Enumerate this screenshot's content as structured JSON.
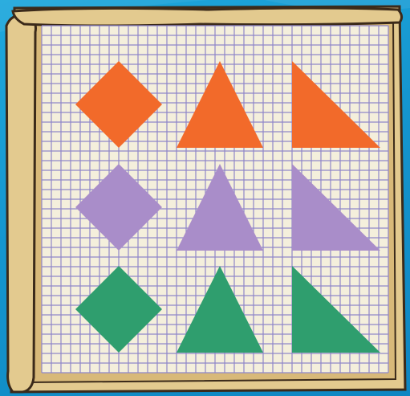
{
  "colors": {
    "background": "#1596cf",
    "frame": "#e3ca8f",
    "frame_dark": "#c9a55f",
    "outline": "#3b2a1a",
    "paper": "#f4efdc",
    "grid_line": "#8f86c9",
    "orange": "#f26a2a",
    "purple": "#a98dc9",
    "green": "#2f9e6e"
  },
  "board": {
    "description_icon": "grid-paper-board",
    "rows": [
      {
        "color_key": "orange",
        "shapes": [
          "square-diamond",
          "isosceles-triangle",
          "right-triangle"
        ]
      },
      {
        "color_key": "purple",
        "shapes": [
          "square-diamond",
          "isosceles-triangle",
          "right-triangle"
        ]
      },
      {
        "color_key": "green",
        "shapes": [
          "square-diamond",
          "isosceles-triangle",
          "right-triangle"
        ]
      }
    ]
  }
}
